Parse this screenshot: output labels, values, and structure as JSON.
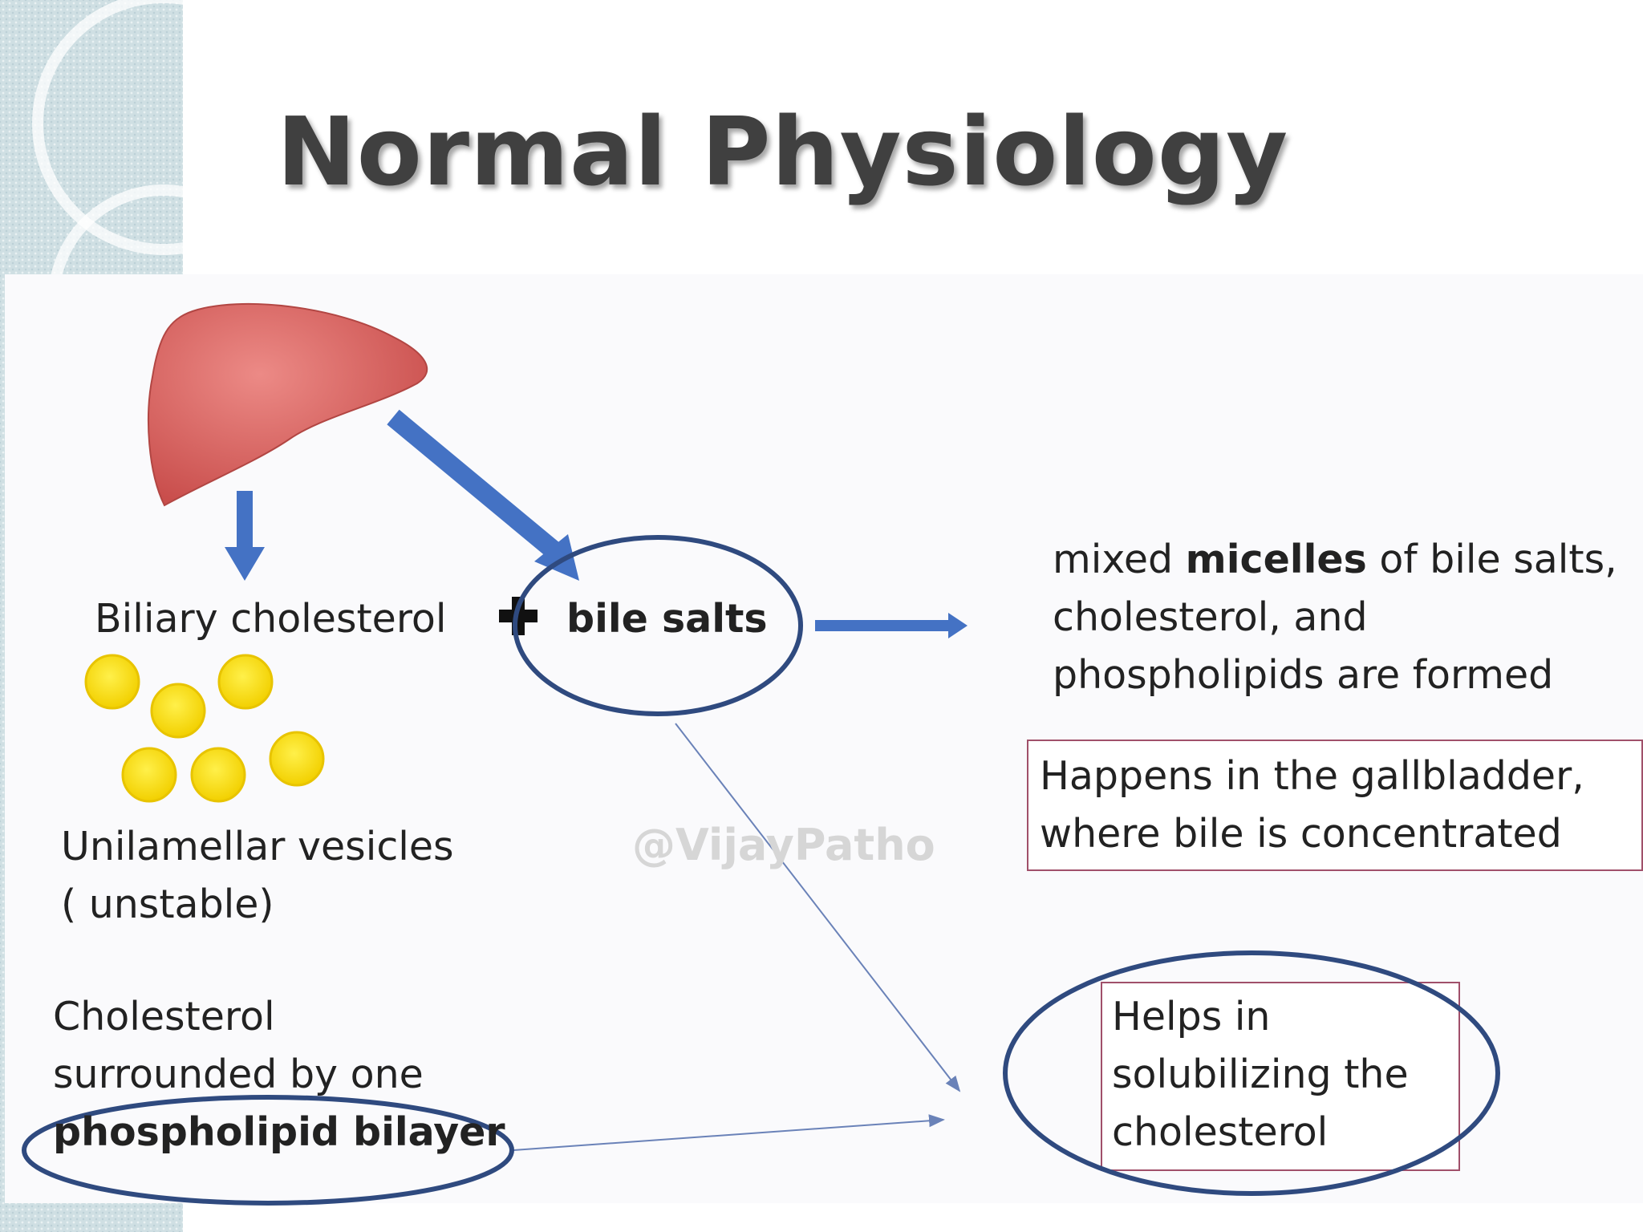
{
  "title": "Normal Physiology",
  "labels": {
    "biliary_cholesterol": "Biliary cholesterol",
    "bile_salts": "bile salts",
    "unilamellar_line1": "Unilamellar vesicles",
    "unilamellar_line2": "( unstable)",
    "cholesterol_line1": "Cholesterol",
    "cholesterol_line2": "surrounded by one",
    "phospholipid_bilayer": "phospholipid bilayer",
    "micelles_part1": "mixed ",
    "micelles_bold": "micelles",
    "micelles_part2": " of bile salts,",
    "micelles_line2": "cholesterol, and",
    "micelles_line3": "phospholipids are formed",
    "gallbladder_line1": "Happens in the gallbladder,",
    "gallbladder_line2": "where bile is concentrated",
    "helps_line1": "Helps in",
    "helps_line2": "solubilizing the",
    "helps_line3": "cholesterol",
    "watermark": "@VijayPatho"
  },
  "icons": {
    "organ": "liver-icon",
    "vesicle": "vesicle-icon",
    "plus": "plus-icon"
  },
  "colors": {
    "arrow": "#4472c4",
    "ellipse_outline": "#2f4a7f",
    "liver": "#d9625f",
    "vesicle": "#f5d800",
    "title": "#404040"
  }
}
